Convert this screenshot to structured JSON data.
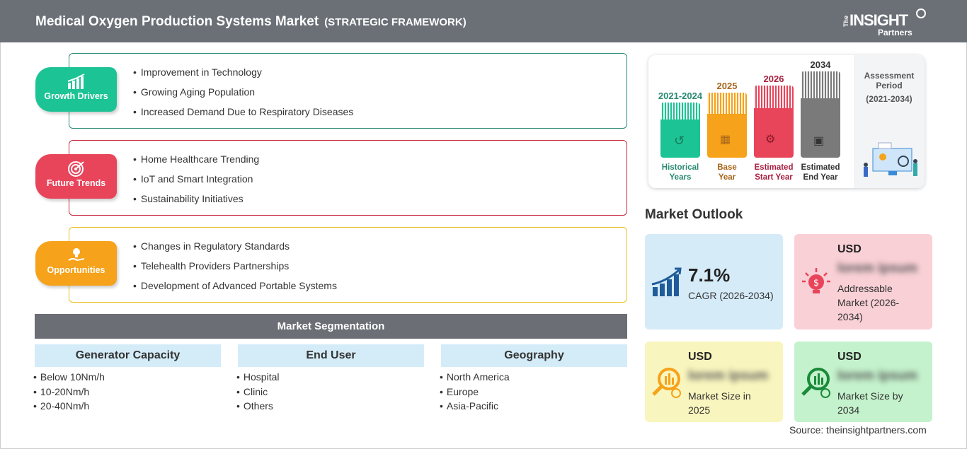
{
  "header": {
    "title": "Medical Oxygen Production Systems Market",
    "subtitle": "(STRATEGIC FRAMEWORK)",
    "logo": "The INSIGHT Partners"
  },
  "framework": [
    {
      "label": "Growth Drivers",
      "color": "#1cc395",
      "border": "#2a8a78",
      "icon": "bar-chart-up-icon",
      "items": [
        "Improvement in Technology",
        "Growing Aging Population",
        "Increased Demand Due to Respiratory Diseases"
      ]
    },
    {
      "label": "Future Trends",
      "color": "#e8445a",
      "border": "#c8283e",
      "icon": "target-icon",
      "items": [
        "Home Healthcare Trending",
        "IoT and Smart Integration",
        "Sustainability Initiatives"
      ]
    },
    {
      "label": "Opportunities",
      "color": "#f6a21a",
      "border": "#e8c020",
      "icon": "lightbulb-hand-icon",
      "items": [
        "Changes in Regulatory Standards",
        "Telehealth Providers Partnerships",
        "Development of Advanced Portable Systems"
      ]
    }
  ],
  "segmentation": {
    "title": "Market Segmentation",
    "columns": [
      {
        "header": "Generator Capacity",
        "items": [
          "Below 10Nm/h",
          "10-20Nm/h",
          "20-40Nm/h"
        ]
      },
      {
        "header": "End User",
        "items": [
          "Hospital",
          "Clinic",
          "Others"
        ]
      },
      {
        "header": "Geography",
        "items": [
          "North America",
          "Europe",
          "Asia-Pacific"
        ]
      }
    ]
  },
  "timeline": {
    "periods": [
      {
        "year": "2021-2024",
        "label1": "Historical",
        "label2": "Years",
        "color": "#1cc395",
        "text": "#2a8a70",
        "icon": "history-icon"
      },
      {
        "year": "2025",
        "label1": "Base",
        "label2": "Year",
        "color": "#f6a21a",
        "text": "#a8661a",
        "icon": "calendar-icon"
      },
      {
        "year": "2026",
        "label1": "Estimated",
        "label2": "Start Year",
        "color": "#e8445a",
        "text": "#a82040",
        "icon": "monitor-gear-icon"
      },
      {
        "year": "2034",
        "label1": "Estimated",
        "label2": "End Year",
        "color": "#7a7a7a",
        "text": "#333",
        "icon": "presentation-icon"
      }
    ],
    "assessment_title": "Assessment Period",
    "assessment_range": "(2021-2034)"
  },
  "outlook": {
    "title": "Market Outlook",
    "cards": [
      {
        "value": "7.1%",
        "desc": "CAGR (2026-2034)",
        "bg": "#d6ebf8"
      },
      {
        "currency": "USD",
        "value": "lorem ipsum",
        "desc": "Addressable Market (2026-2034)",
        "bg": "#f9d0d6"
      },
      {
        "currency": "USD",
        "value": "lorem ipsum",
        "desc": "Market Size in 2025",
        "bg": "#f9f5be"
      },
      {
        "currency": "USD",
        "value": "lorem ipsum",
        "desc": "Market Size by 2034",
        "bg": "#c4f2cc"
      }
    ]
  },
  "source": "Source: theinsightpartners.com"
}
